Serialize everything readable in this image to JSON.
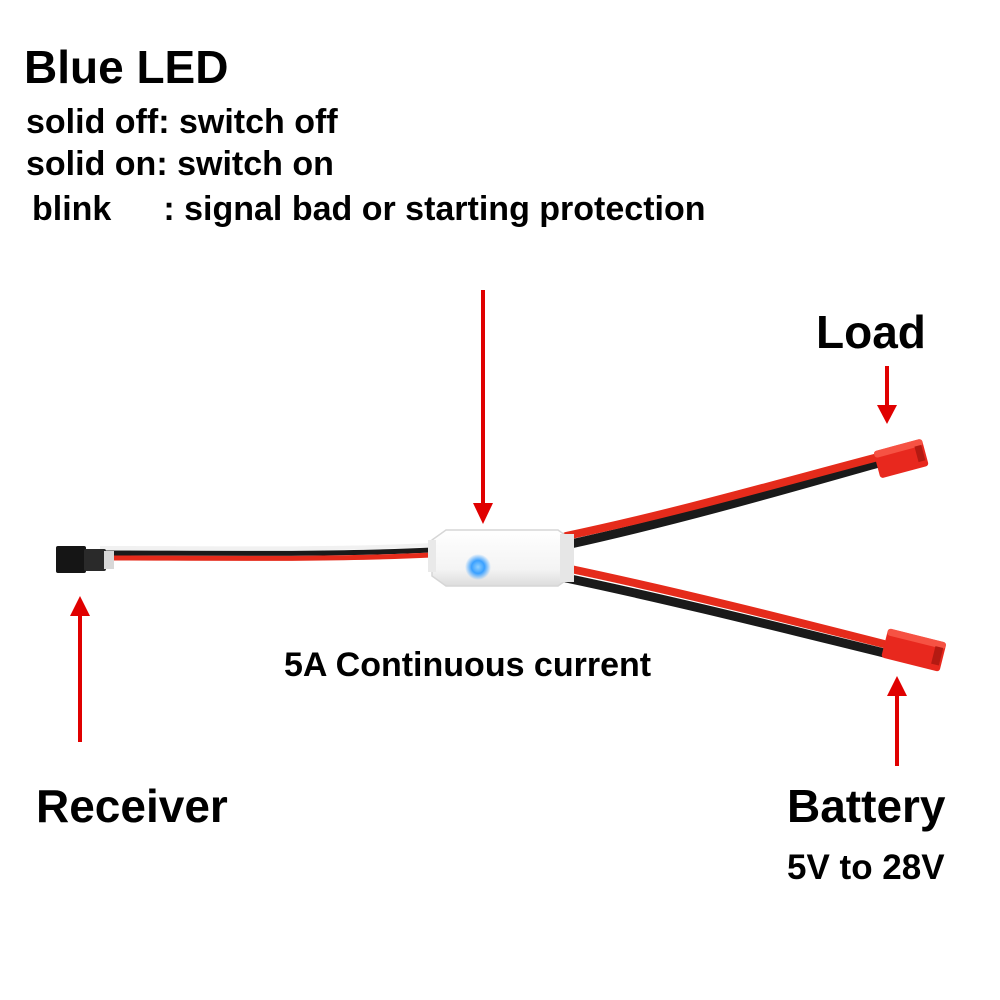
{
  "led_legend": {
    "title": "Blue LED",
    "rows": [
      {
        "state": "solid off",
        "meaning": "switch off"
      },
      {
        "state": "solid on",
        "meaning": "switch on"
      },
      {
        "state": "blink",
        "meaning": "signal bad or starting protection"
      }
    ]
  },
  "labels": {
    "load": "Load",
    "current": "5A Continuous current",
    "receiver": "Receiver",
    "battery": "Battery",
    "voltage": "5V to 28V"
  },
  "colors": {
    "arrow": "#e00000",
    "wire_red": "#e52b1b",
    "wire_black": "#1a1a1a",
    "connector_red": "#e8281e",
    "led_blue": "#3aa0ff",
    "module_body": "#fafafa"
  }
}
